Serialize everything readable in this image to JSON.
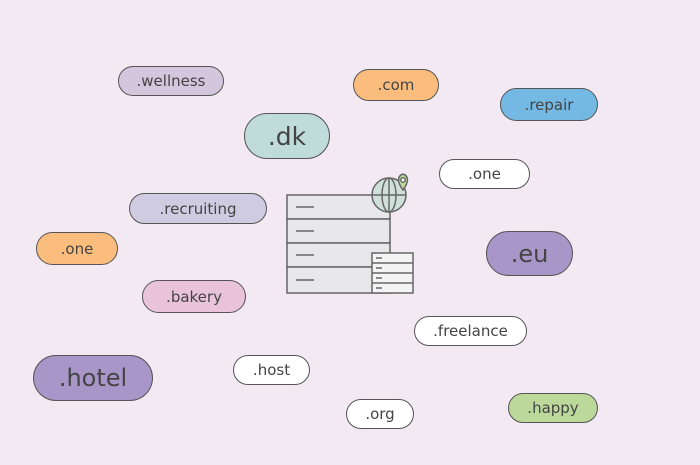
{
  "colors": {
    "background": "#f2e9f2",
    "outline": "#555555",
    "lavender": "#d3c6dd",
    "orange": "#fbbd7d",
    "teal": "#bfdcdb",
    "blue": "#73b9e4",
    "periwinkle": "#cfcbe1",
    "purple": "#a896c9",
    "pink": "#e8c3da",
    "green": "#bcd89a",
    "white": "#ffffff"
  },
  "tags": [
    {
      "id": "tag-wellness",
      "label": ".wellness",
      "color": "lavender"
    },
    {
      "id": "tag-com",
      "label": ".com",
      "color": "orange"
    },
    {
      "id": "tag-repair",
      "label": ".repair",
      "color": "blue"
    },
    {
      "id": "tag-dk",
      "label": ".dk",
      "color": "teal"
    },
    {
      "id": "tag-one-white",
      "label": ".one",
      "color": "white"
    },
    {
      "id": "tag-recruiting",
      "label": ".recruiting",
      "color": "periwinkle"
    },
    {
      "id": "tag-one-orange",
      "label": ".one",
      "color": "orange"
    },
    {
      "id": "tag-eu",
      "label": ".eu",
      "color": "purple"
    },
    {
      "id": "tag-bakery",
      "label": ".bakery",
      "color": "pink"
    },
    {
      "id": "tag-freelance",
      "label": ".freelance",
      "color": "white"
    },
    {
      "id": "tag-hotel",
      "label": ".hotel",
      "color": "purple"
    },
    {
      "id": "tag-host",
      "label": ".host",
      "color": "white"
    },
    {
      "id": "tag-org",
      "label": ".org",
      "color": "white"
    },
    {
      "id": "tag-happy",
      "label": ".happy",
      "color": "green"
    }
  ],
  "server_illustration": {
    "icons": [
      "server-rack-icon",
      "globe-icon",
      "location-pin-icon",
      "document-list-icon"
    ]
  }
}
